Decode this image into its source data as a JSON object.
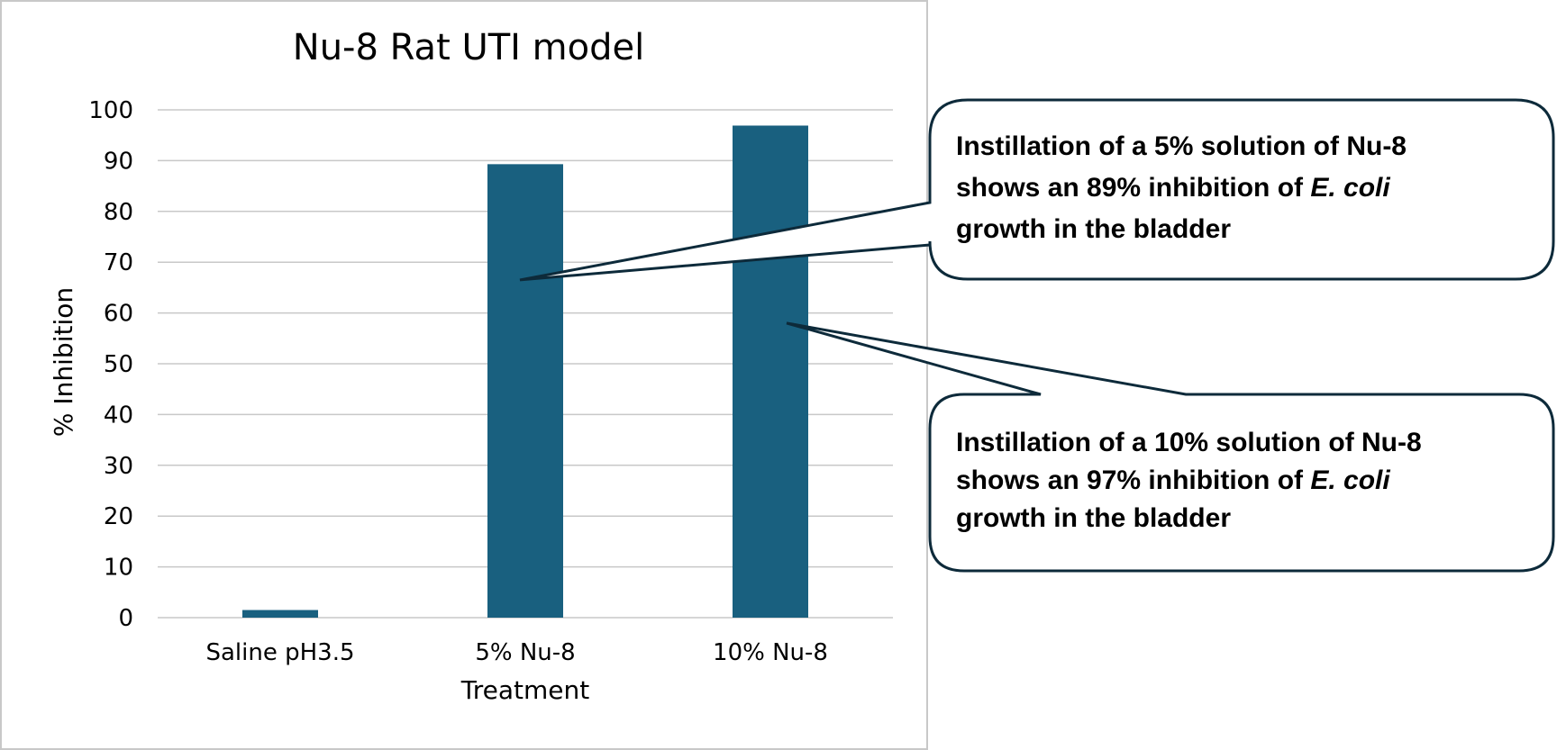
{
  "colors": {
    "bar": "#19607f",
    "grid": "#c8c8c8",
    "frame": "#c8c8c8",
    "leader": "#0d2a3a",
    "callout_border": "#0d2a3a"
  },
  "chart_data": {
    "type": "bar",
    "title": "Nu-8 Rat UTI model",
    "xlabel": "Treatment",
    "ylabel": "% Inhibition",
    "categories": [
      "Saline pH3.5",
      "5% Nu-8",
      "10% Nu-8"
    ],
    "values": [
      1.5,
      89.3,
      96.9
    ],
    "ylim": [
      0,
      100
    ],
    "yticks": [
      "0",
      "10",
      "20",
      "30",
      "40",
      "50",
      "60",
      "70",
      "80",
      "90",
      "100"
    ],
    "grid": true,
    "legend": "none"
  },
  "callouts": [
    {
      "name": "callout-5-percent",
      "line1": "Instillation of a 5% solution of Nu-8",
      "line2_prefix": "shows an 89% inhibition of ",
      "line2_italic": "E. coli",
      "line3": "growth in the bladder",
      "target_category": 1,
      "target_value": 66.5
    },
    {
      "name": "callout-10-percent",
      "line1": "Instillation of a 10% solution of Nu-8",
      "line2_prefix": "shows an 97% inhibition of ",
      "line2_italic": "E. coli",
      "line3": "growth in the bladder",
      "target_category": 2,
      "target_value": 58
    }
  ]
}
